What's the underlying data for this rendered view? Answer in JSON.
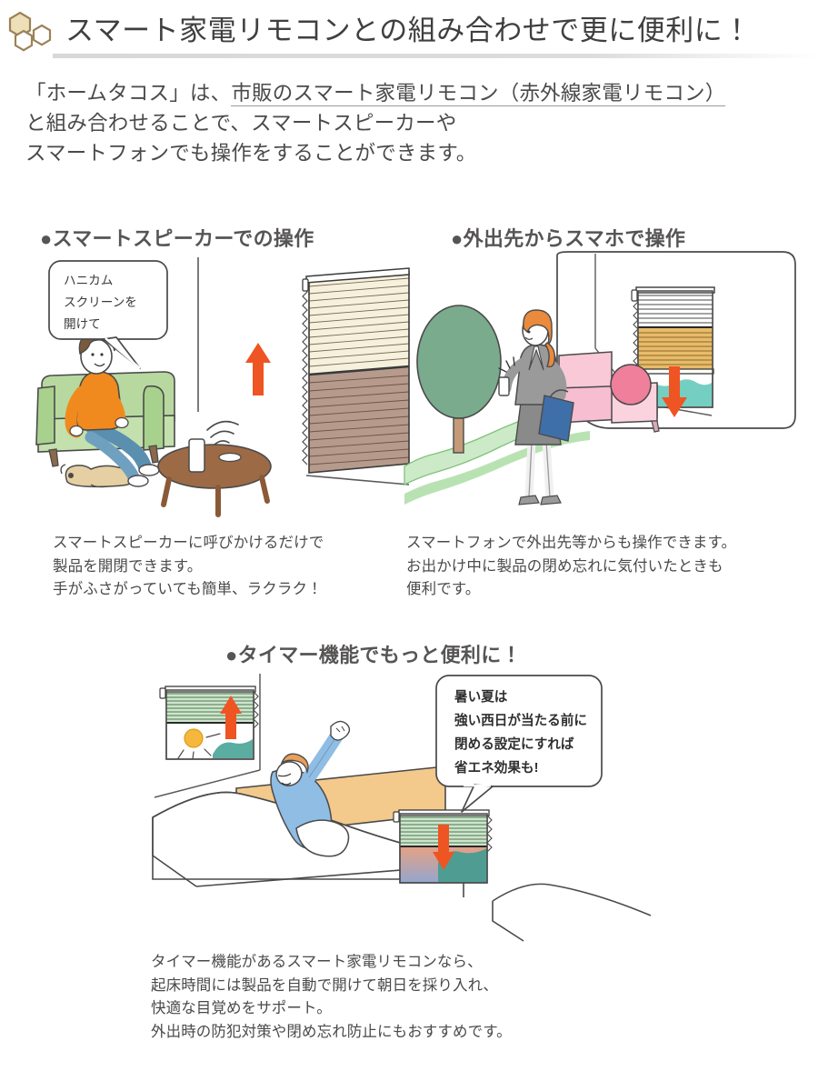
{
  "header": {
    "title": "スマート家電リモコンとの組み合わせで更に便利に！",
    "icon": "honeycomb-icon",
    "accent_color": "#b09a6b",
    "rule_color": "#d8d8d8"
  },
  "intro": {
    "line1_plain": "「ホームタコス」は、",
    "line1_underlined": "市販のスマート家電リモコン（赤外線家電リモコン）",
    "line2": "と組み合わせることで、スマートスピーカーや",
    "line3": "スマートフォンでも操作をすることができます。"
  },
  "sections": [
    {
      "id": "speaker",
      "heading": "●スマートスピーカーでの操作",
      "bubble": [
        "ハニカム",
        "スクリーンを",
        "開けて"
      ],
      "caption": [
        "スマートスピーカーに呼びかけるだけで",
        "製品を開閉できます。",
        "手がふさがっていても簡単、ラクラク！"
      ],
      "illustration": {
        "name": "living-room-smart-speaker-scene",
        "elements": [
          "sofa",
          "seated-person",
          "dog",
          "round-table",
          "smart-speaker",
          "signal-waves",
          "honeycomb-blind-opening",
          "up-arrow"
        ],
        "blind_top_color": "#f6f1dc",
        "blind_bottom_color": "#b69a8b",
        "arrow_color": "#ef5423",
        "sofa_color": "#b7d9a0",
        "shirt_color": "#f08a1e",
        "pants_color": "#5b8fb0",
        "hair_color": "#7a5a3c",
        "table_color": "#9d6a46",
        "dog_color": "#e0c89a"
      }
    },
    {
      "id": "mobile",
      "heading": "●外出先からスマホで操作",
      "caption": [
        "スマートフォンで外出先等からも操作できます。",
        "お出かけ中に製品の閉め忘れに気付いたときも",
        "便利です。"
      ],
      "illustration": {
        "name": "outdoor-smartphone-control-scene",
        "elements": [
          "tree",
          "grass-path",
          "standing-woman",
          "smartphone",
          "handbag",
          "room-panel",
          "pink-sofa",
          "cushion",
          "window-blind-closing",
          "down-arrow",
          "landscape"
        ],
        "tree_color": "#7aab8d",
        "trunk_color": "#c49a78",
        "grass_color": "#bfe0bb",
        "suit_color": "#8a8a8a",
        "hair_color": "#e98a3c",
        "bag_color": "#3f6fa8",
        "sofa_color": "#f7bdd1",
        "cushion_color": "#ef7f9a",
        "blind_color": "#e8bb6a",
        "arrow_color": "#ef5423",
        "landscape_color": "#74cfc2"
      }
    },
    {
      "id": "timer",
      "heading": "●タイマー機能でもっと便利に！",
      "bubble": [
        "暑い夏は",
        "強い西日が当たる前に",
        "閉める設定にすれば",
        "省エネ効果も!"
      ],
      "caption": [
        "タイマー機能があるスマート家電リモコンなら、",
        "起床時間には製品を自動で開けて朝日を採り入れ、",
        "快適な目覚めをサポート。",
        "外出時の防犯対策や閉め忘れ防止にもおすすめです。"
      ],
      "illustration": {
        "name": "bedroom-timer-scene",
        "elements": [
          "bed",
          "headboard",
          "stretching-person",
          "pillow",
          "morning-window-opening",
          "sun",
          "evening-window-closing",
          "sunset-gradient",
          "up-arrow",
          "down-arrow"
        ],
        "blind_green": "#a8cfa8",
        "sun_color": "#f5b73c",
        "hills_color": "#5aada0",
        "sunset_top": "#ef8f5e",
        "sunset_bottom": "#8fa3cf",
        "pajama_color": "#8fbde4",
        "headboard_color": "#f3c98c",
        "arrow_color": "#ef5423"
      }
    }
  ]
}
